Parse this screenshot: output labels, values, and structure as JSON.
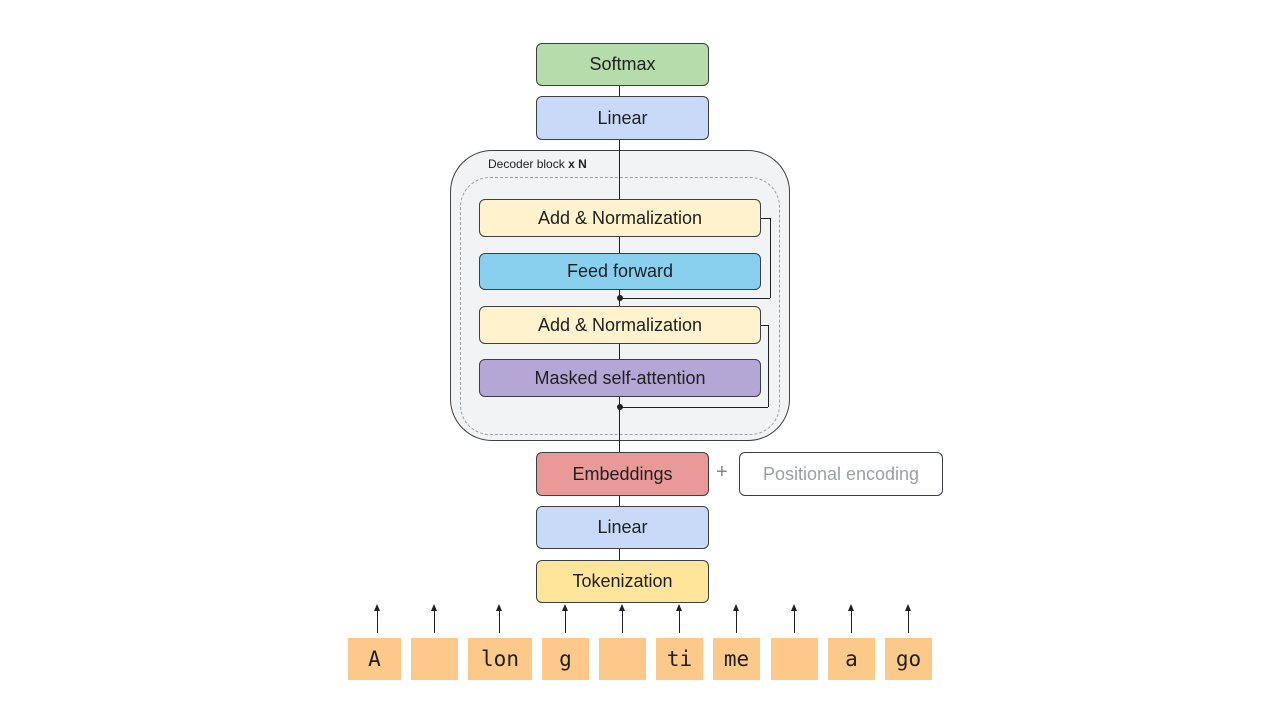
{
  "top": {
    "softmax": "Softmax",
    "linear": "Linear"
  },
  "decoder": {
    "label_prefix": "Decoder block",
    "label_suffix": "x N",
    "add_norm_top": "Add & Normalization",
    "feed_forward": "Feed forward",
    "add_norm_bottom": "Add & Normalization",
    "masked_attention": "Masked self-attention"
  },
  "bottom": {
    "embeddings": "Embeddings",
    "plus": "+",
    "positional_encoding": "Positional encoding",
    "linear": "Linear",
    "tokenization": "Tokenization"
  },
  "tokens": [
    "A",
    "",
    "lon",
    "g",
    "",
    "ti",
    "me",
    "",
    "a",
    "go"
  ],
  "colors": {
    "softmax": "#b7dcab",
    "linear": "#c9daf8",
    "add_norm": "#fff2cc",
    "feed_forward": "#89d0ee",
    "masked_attention": "#b4a7d6",
    "embeddings": "#ea9999",
    "tokenization": "#ffe599",
    "token": "#fcc98b"
  }
}
